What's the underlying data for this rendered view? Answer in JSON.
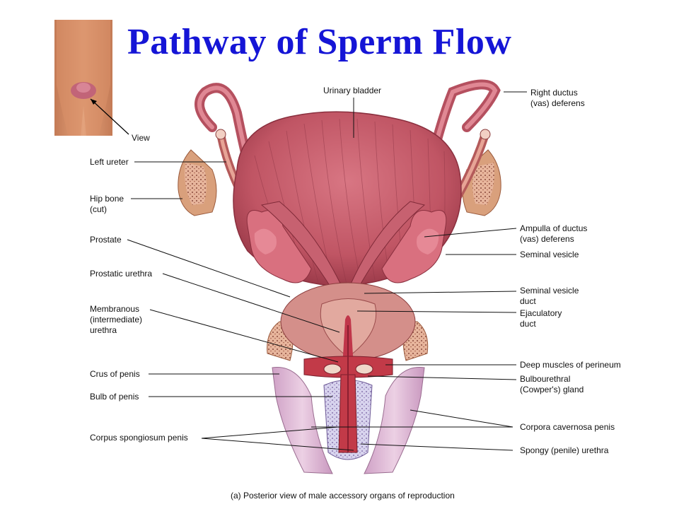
{
  "title": "Pathway of Sperm Flow",
  "caption": "(a) Posterior view of male accessory organs of reproduction",
  "inset": {
    "view_label": "View"
  },
  "labels": {
    "urinary_bladder": "Urinary bladder",
    "right_ductus": "Right ductus\n(vas) deferens",
    "left_ureter": "Left ureter",
    "hip_bone": "Hip bone\n(cut)",
    "prostate": "Prostate",
    "prostatic_urethra": "Prostatic urethra",
    "membranous_urethra": "Membranous\n(intermediate)\nurethra",
    "crus_of_penis": "Crus of penis",
    "bulb_of_penis": "Bulb of penis",
    "corpus_spongiosum": "Corpus spongiosum penis",
    "ampulla": "Ampulla of ductus\n(vas) deferens",
    "seminal_vesicle": "Seminal vesicle",
    "seminal_vesicle_duct": "Seminal vesicle\nduct",
    "ejaculatory_duct": "Ejaculatory\nduct",
    "deep_muscles": "Deep muscles of perineum",
    "bulbourethral_gland": "Bulbourethral\n(Cowper's) gland",
    "corpora_cavernosa": "Corpora cavernosa penis",
    "spongy_urethra": "Spongy (penile) urethra"
  },
  "colors": {
    "title": "#1515d6",
    "bladder": "#c85a66",
    "tissue_dark": "#a8404f",
    "seminal_vesicle": "#d9707f",
    "bone": "#dba683",
    "cavernosa": "#ddb3d3",
    "spongiosum": "#c8c6e6",
    "skin": "#d69068"
  }
}
